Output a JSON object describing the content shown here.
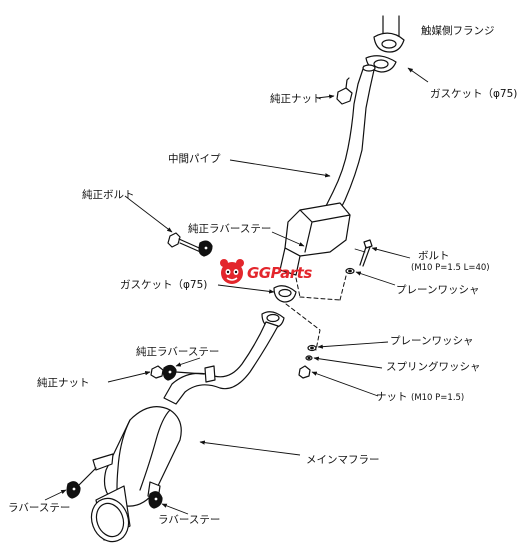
{
  "labels": {
    "cat_flange": "触媒側フランジ",
    "gasket_top": "ガスケット（φ75)",
    "oem_nut_top": "純正ナット",
    "mid_pipe": "中間パイプ",
    "oem_bolt": "純正ボルト",
    "oem_rubber_stay_top": "純正ラバーステー",
    "bolt": "ボルト",
    "bolt_spec": "(M10 P=1.5 L=40)",
    "plain_washer_top": "プレーンワッシャ",
    "gasket_mid": "ガスケット（φ75)",
    "plain_washer_bottom": "プレーンワッシャ",
    "oem_rubber_stay_bottom": "純正ラバーステー",
    "spring_washer": "スプリングワッシャ",
    "oem_nut_bottom": "純正ナット",
    "nut": "ナット",
    "nut_spec": "(M10 P=1.5)",
    "main_muffler": "メインマフラー",
    "rubber_stay_left": "ラバーステー",
    "rubber_stay_right": "ラバーステー"
  },
  "logo": {
    "brand_gg": "GG",
    "brand_parts": "Parts",
    "brand_color": "#e3262c"
  }
}
